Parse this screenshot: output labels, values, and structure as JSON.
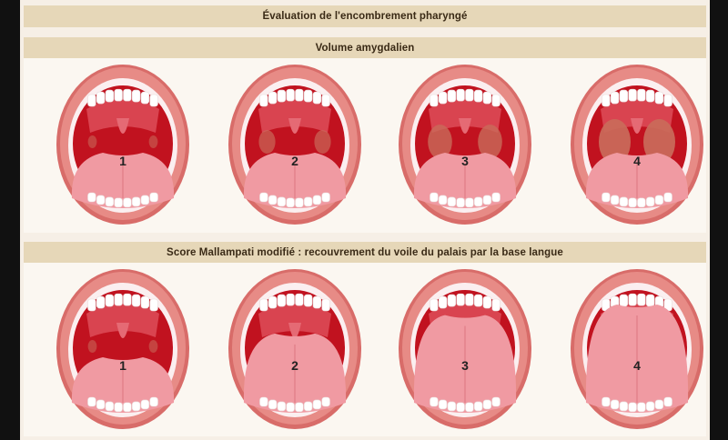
{
  "title": "Évaluation de l'encombrement pharyngé",
  "sections": [
    {
      "heading": "Volume amygdalien",
      "items": [
        {
          "grade": "1",
          "tonsil_level": 0.05,
          "tongue_cover": 0.0
        },
        {
          "grade": "2",
          "tonsil_level": 0.35,
          "tongue_cover": 0.0
        },
        {
          "grade": "3",
          "tonsil_level": 0.65,
          "tongue_cover": 0.0
        },
        {
          "grade": "4",
          "tonsil_level": 0.95,
          "tongue_cover": 0.0
        }
      ]
    },
    {
      "heading": "Score Mallampati modifié : recouvrement du voile du palais par la base langue",
      "items": [
        {
          "grade": "1",
          "tonsil_level": 0.05,
          "tongue_cover": 0.0
        },
        {
          "grade": "2",
          "tonsil_level": 0.05,
          "tongue_cover": 0.45
        },
        {
          "grade": "3",
          "tonsil_level": 0.05,
          "tongue_cover": 0.8
        },
        {
          "grade": "4",
          "tonsil_level": 0.05,
          "tongue_cover": 1.0
        }
      ]
    }
  ],
  "colors": {
    "band": "#e6d7b8",
    "lip": "#e78b86",
    "lip_dark": "#d86c69",
    "throat": "#c1121f",
    "tonsil": "#c96a5a",
    "tongue": "#f09aa2",
    "teeth": "#ffffff"
  }
}
